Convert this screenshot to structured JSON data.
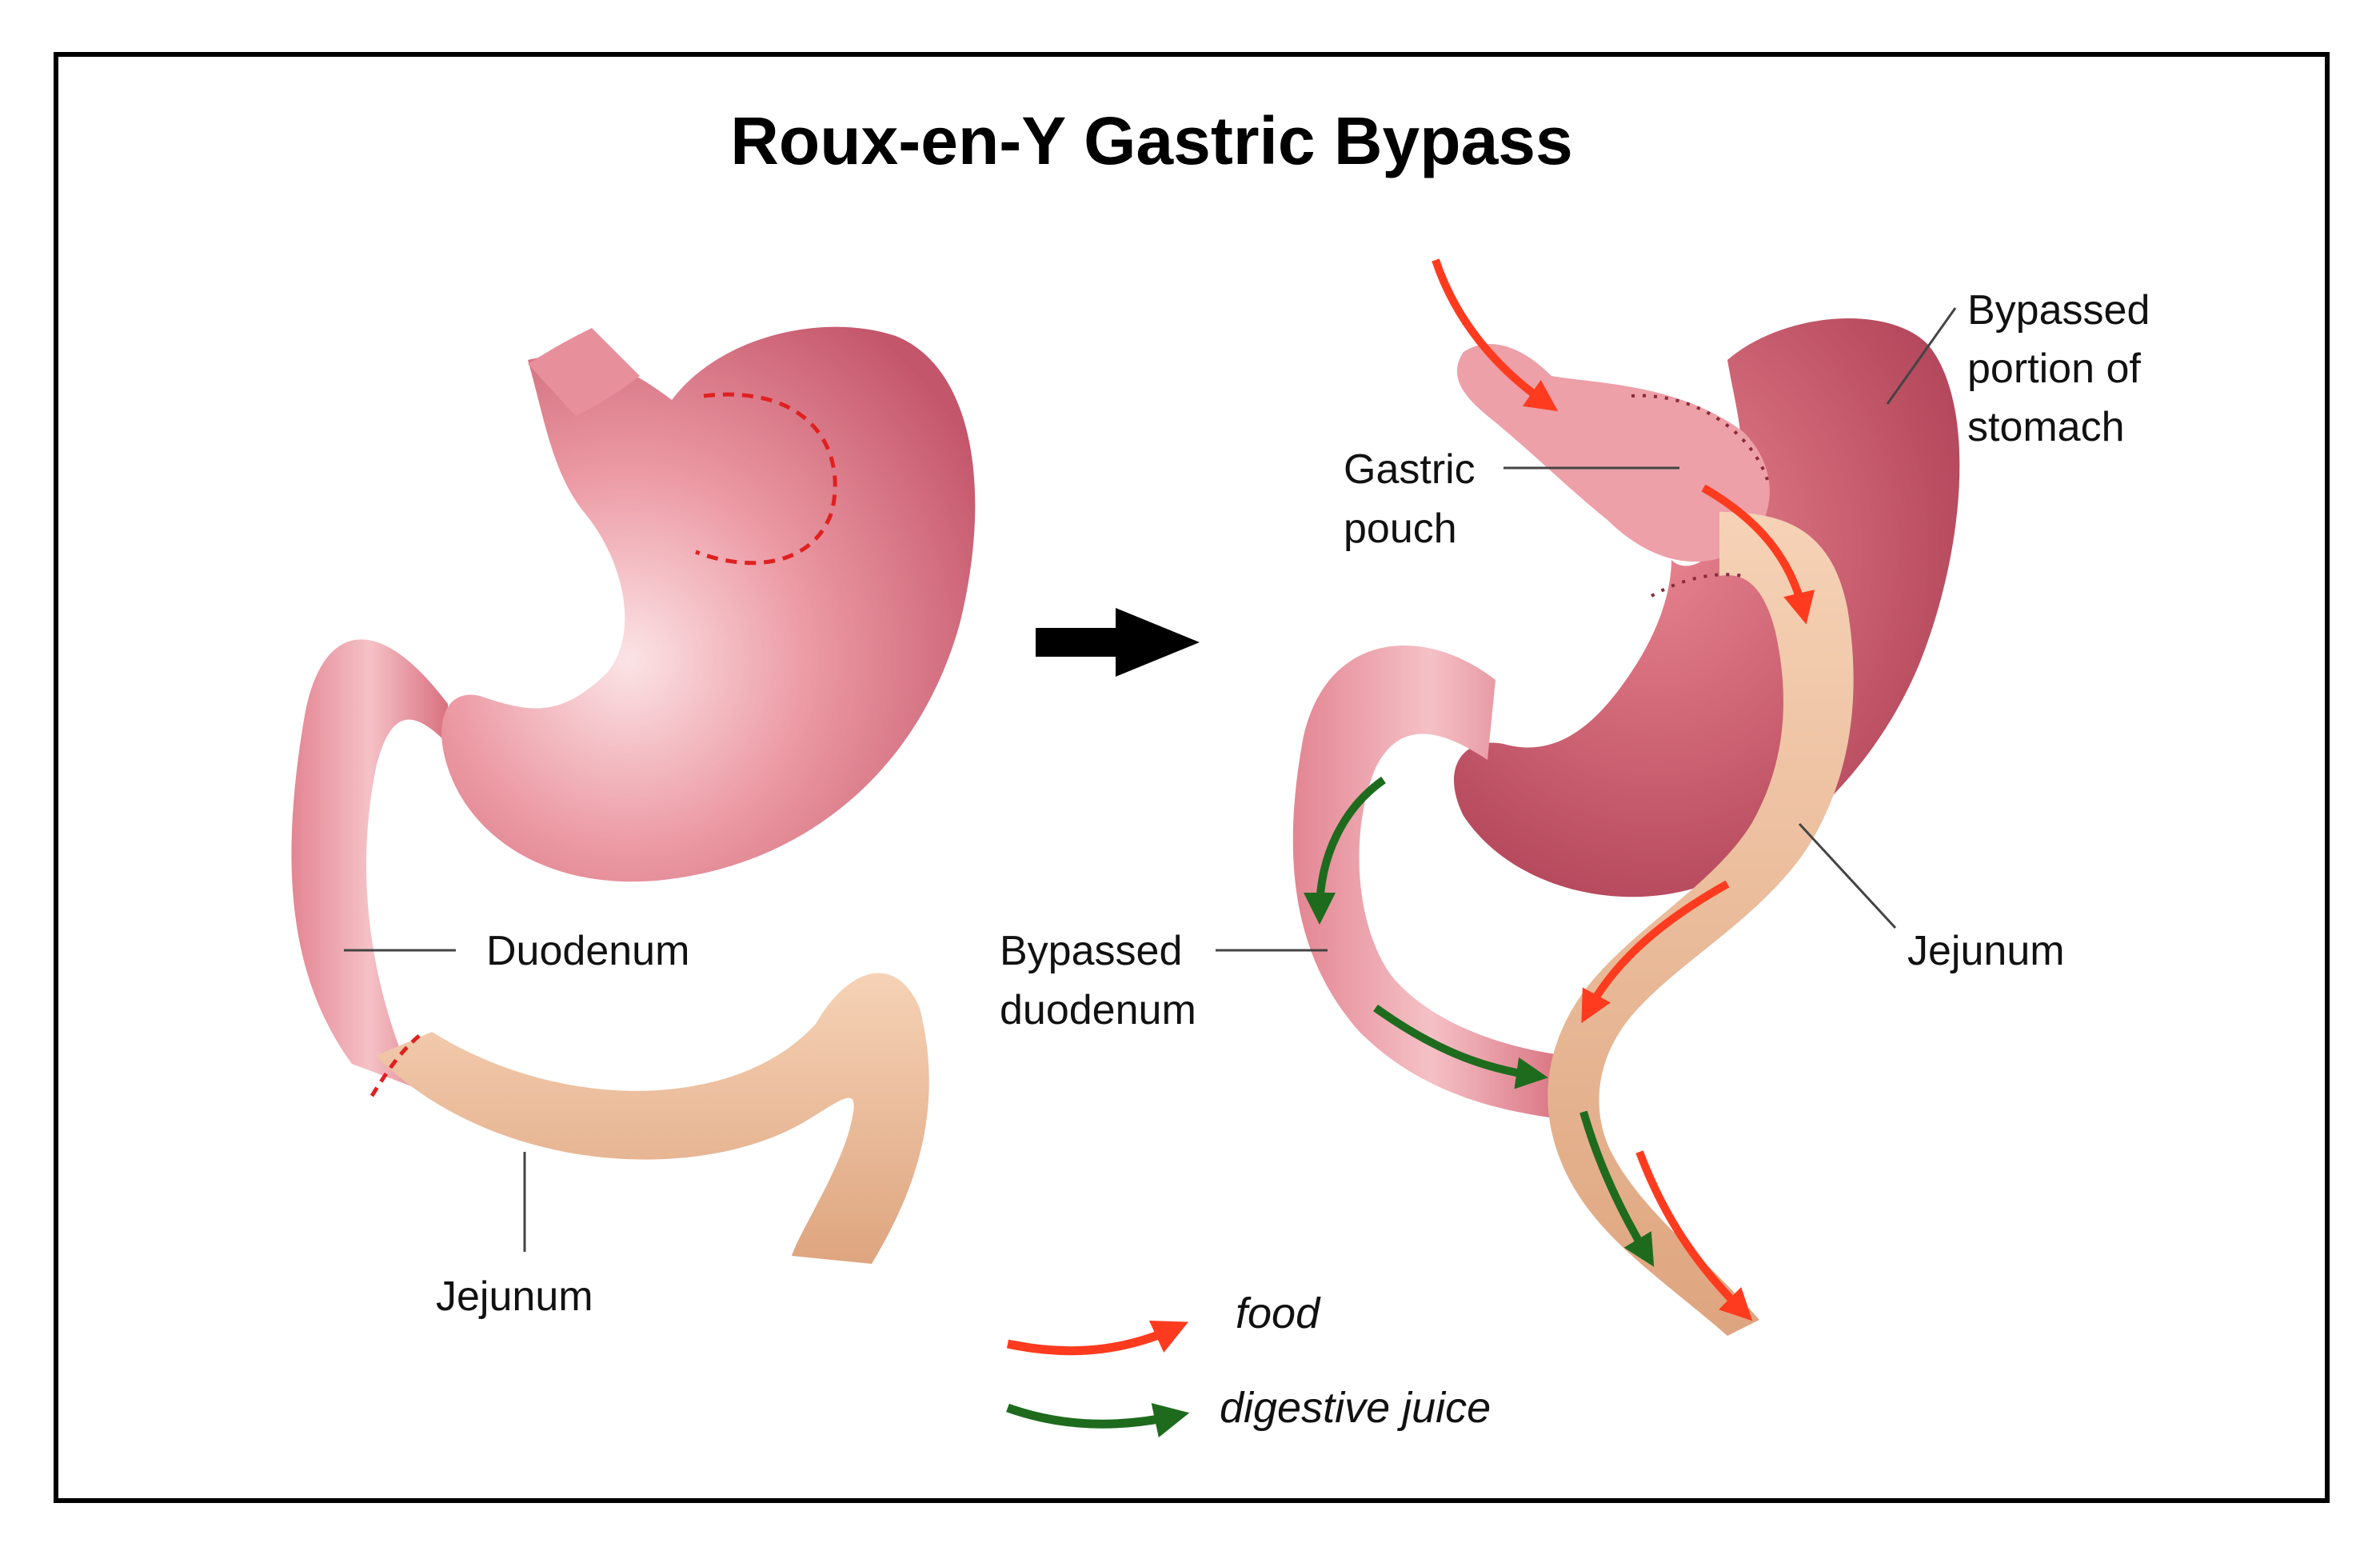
{
  "title": "Roux-en-Y Gastric Bypass",
  "labels": {
    "duodenum_left": "Duodenum",
    "jejunum_left": "Jejunum",
    "gastric_pouch_line1": "Gastric",
    "gastric_pouch_line2": "pouch",
    "bypassed_stomach_line1": "Bypassed",
    "bypassed_stomach_line2": "portion of",
    "bypassed_stomach_line3": "stomach",
    "bypassed_duodenum_line1": "Bypassed",
    "bypassed_duodenum_line2": "duodenum",
    "jejunum_right": "Jejunum"
  },
  "legend": [
    {
      "label": "food",
      "color": "#ff3b1f"
    },
    {
      "label": "digestive juice",
      "color": "#1e6b1e"
    }
  ],
  "colors": {
    "stomach": "#e8838f",
    "stomach_dark": "#b9455a",
    "stomach_light": "#f8d3d6",
    "jejunum": "#efc2a0",
    "jejunum_dark": "#d9a07e",
    "cut_line": "#e02020",
    "staple": "#8a2a3a",
    "food_arrow": "#ff3b1f",
    "juice_arrow": "#1e6b1e",
    "transition_arrow": "#000000",
    "frame": "#000000"
  }
}
